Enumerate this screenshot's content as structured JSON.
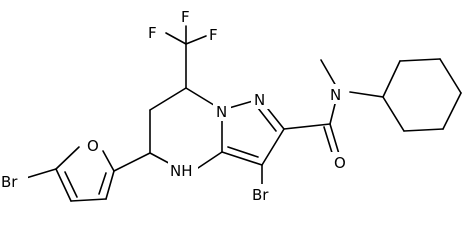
{
  "atoms": {
    "f_top": "F",
    "f_left": "F",
    "f_right": "F",
    "n_ring_left": "N",
    "n_ring_right": "N",
    "n_amide": "N",
    "o_carbonyl": "O",
    "nh": "NH",
    "br_ring": "Br",
    "o_furan": "O",
    "br_furan": "Br"
  }
}
